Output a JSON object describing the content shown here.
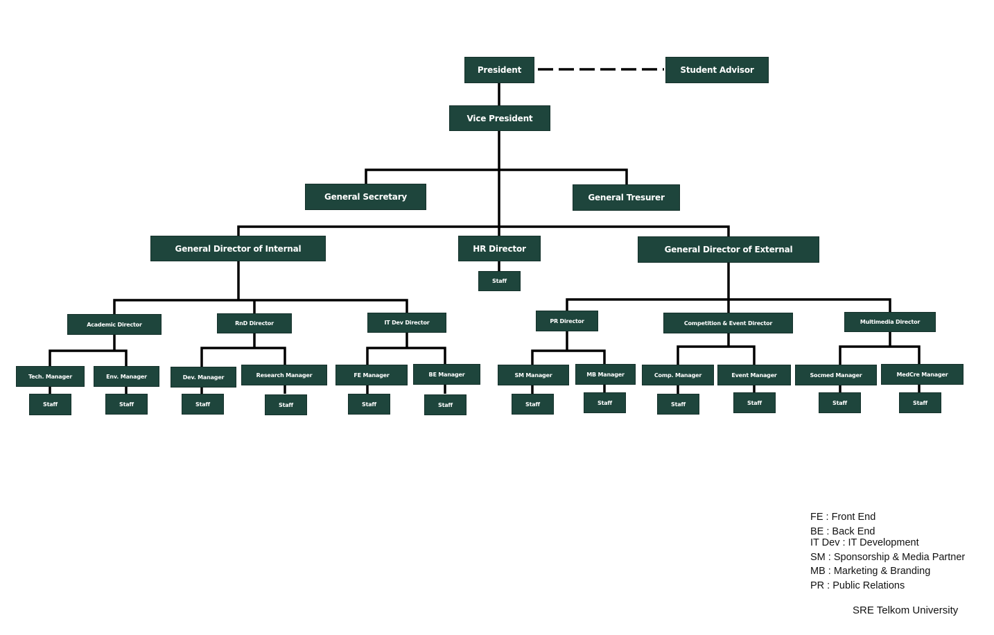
{
  "chart": {
    "president": "President",
    "student_advisor": "Student Advisor",
    "vice_president": "Vice President",
    "general_secretary": "General Secretary",
    "general_treasurer": "General Tresurer",
    "gd_internal": "General Director of Internal",
    "hr_director": "HR Director",
    "gd_external": "General Director of External",
    "staff": "Staff",
    "directors": [
      "Academic Director",
      "RnD Director",
      "IT Dev Director",
      "PR Director",
      "Competition & Event Director",
      "Multimedia Director"
    ],
    "managers": [
      "Tech. Manager",
      "Env. Manager",
      "Dev. Manager",
      "Research Manager",
      "FE Manager",
      "BE Manager",
      "SM Manager",
      "MB Manager",
      "Comp. Manager",
      "Event Manager",
      "Socmed Manager",
      "MedCre  Manager"
    ]
  },
  "legend": [
    "FE : Front End",
    "BE : Back End",
    "IT Dev : IT Development",
    "SM : Sponsorship & Media Partner",
    "MB : Marketing & Branding",
    "PR : Public Relations"
  ],
  "footer": "SRE Telkom University",
  "colors": {
    "box": "#1e453c",
    "line": "#000000"
  }
}
